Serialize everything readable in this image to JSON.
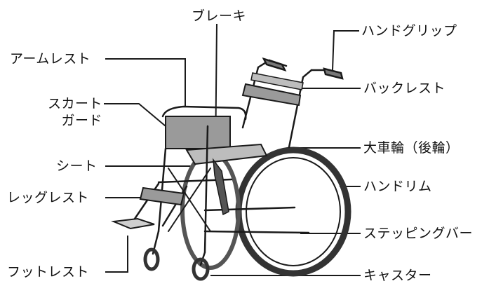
{
  "labels": {
    "brake": "ブレーキ",
    "hand_grip": "ハンドグリップ",
    "armrest": "アームレスト",
    "backrest": "バックレスト",
    "skirt_guard_line1": "スカート",
    "skirt_guard_line2": "ガード",
    "rear_wheel": "大車輪（後輪）",
    "seat": "シート",
    "hand_rim": "ハンドリム",
    "leg_rest": "レッグレスト",
    "stepping_bar": "ステッピングバー",
    "foot_rest": "フットレスト",
    "caster": "キャスター"
  },
  "colors": {
    "line": "#1a1a1a",
    "upholstery": "#9a9a9a",
    "tire": "#333333"
  }
}
